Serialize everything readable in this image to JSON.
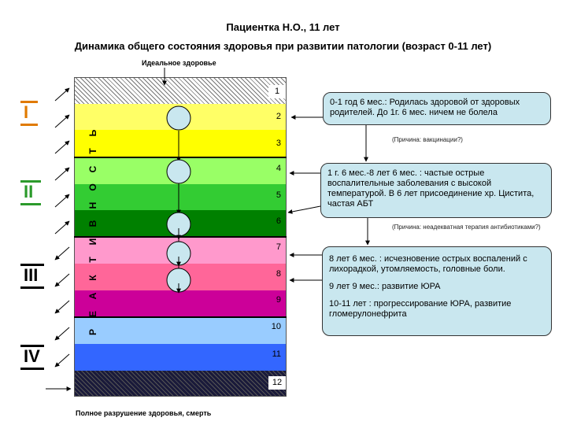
{
  "title": "Пациентка Н.О., 11 лет",
  "subtitle": "Динамика общего состояния здоровья при развитии патологии (возраст 0-11 лет)",
  "top_label": "Идеальное здоровье",
  "bottom_label": "Полное разрушение здоровья, смерть",
  "levels": [
    {
      "n": "1",
      "color": "#ffffff"
    },
    {
      "n": "2",
      "color": "#ffff66"
    },
    {
      "n": "3",
      "color": "#ffff00"
    },
    {
      "n": "4",
      "color": "#99ff66"
    },
    {
      "n": "5",
      "color": "#33cc33"
    },
    {
      "n": "6",
      "color": "#008000"
    },
    {
      "n": "7",
      "color": "#ff99cc"
    },
    {
      "n": "8",
      "color": "#ff6699"
    },
    {
      "n": "9",
      "color": "#cc0099"
    },
    {
      "n": "10",
      "color": "#99ccff"
    },
    {
      "n": "11",
      "color": "#3366ff"
    },
    {
      "n": "12",
      "color": "#1a1a3a"
    }
  ],
  "vertical_word": [
    "Р",
    "Е",
    "А",
    "К",
    "Т",
    "И",
    "В",
    "Н",
    "О",
    "С",
    "Т",
    "Ь"
  ],
  "groups": [
    {
      "label": "I"
    },
    {
      "label": "II"
    },
    {
      "label": "III"
    },
    {
      "label": "IV"
    }
  ],
  "boxes": {
    "box1": "0-1 год 6 мес.: Родилась здоровой от здоровых родителей. До 1г. 6 мес. ничем не болела",
    "cause1": "(Причина: вакцинации?)",
    "box2": "1 г. 6 мес.-8 лет 6 мес. : частые острые воспалительные заболевания с высокой температурой. В 6 лет присоединение хр. Цистита, частая АБТ",
    "cause2": "(Причина: неадекватная терапия антибиотиками?)",
    "box3_p1": "8 лет 6 мес. : исчезновение острых воспалений с лихорадкой, утомляемость, головные боли.",
    "box3_p2": "9 лет 9 мес.: развитие ЮРА",
    "box3_p3": "10-11 лет : прогрессирование ЮРА, развитие гломерулонефрита"
  },
  "accent": {
    "box_fill": "#c9e7ef",
    "circle_fill": "#c9e7ef"
  }
}
